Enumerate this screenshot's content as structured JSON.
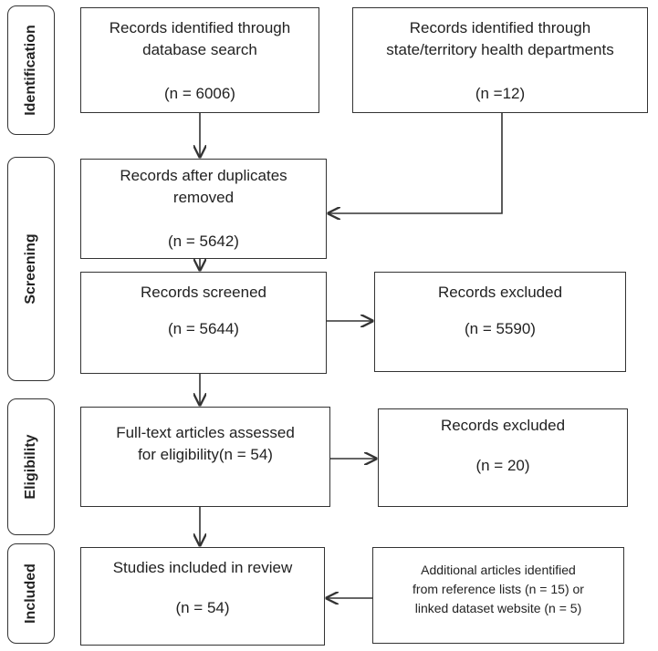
{
  "phases": {
    "identification": "Identification",
    "screening": "Screening",
    "eligibility": "Eligibility",
    "included": "Included"
  },
  "boxes": {
    "database_search": {
      "text": "Records identified through\ndatabase search",
      "count": "(n = 6006)"
    },
    "health_departments": {
      "text": "Records identified through\nstate/territory health departments",
      "count": "(n =12)"
    },
    "after_duplicates": {
      "text": "Records after duplicates\nremoved",
      "count": "(n = 5642)"
    },
    "screened": {
      "text": "Records screened",
      "count": "(n = 5644)"
    },
    "excluded_screening": {
      "text": "Records excluded",
      "count": "(n = 5590)"
    },
    "full_text": {
      "text": "Full-text articles assessed\nfor eligibility(n = 54)"
    },
    "excluded_eligibility": {
      "text": "Records excluded",
      "count": "(n = 20)"
    },
    "studies_included": {
      "text": "Studies included in review",
      "count": "(n = 54)"
    },
    "additional_articles": {
      "text": "Additional articles identified\nfrom reference lists (n = 15) or\nlinked dataset website (n = 5)"
    }
  }
}
